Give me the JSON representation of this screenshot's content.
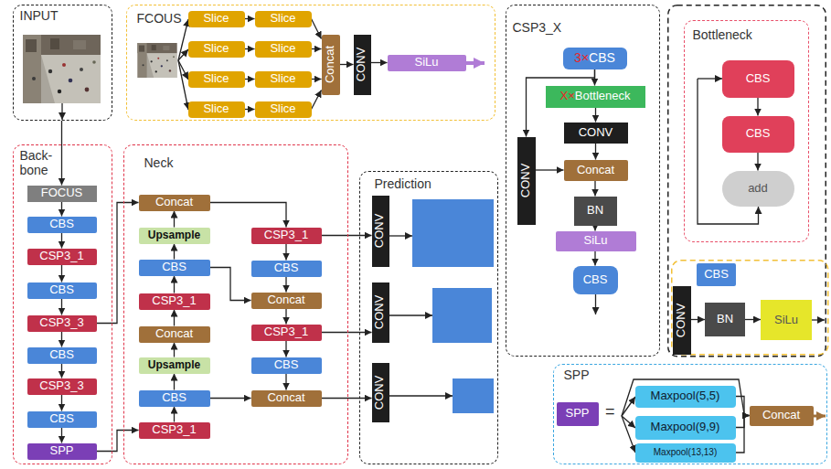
{
  "diagram": {
    "nodes": [
      {
        "text": [
          "INPUT"
        ]
      },
      {
        "text": [
          "FCOUS"
        ]
      },
      {
        "text": [
          "Slice"
        ],
        "in": 1
      },
      {
        "text": [
          "Slice"
        ],
        "in": 1
      },
      {
        "text": [
          "Slice"
        ],
        "in": 1
      },
      {
        "text": [
          "Slice"
        ],
        "in": 1
      },
      {
        "text": [
          "Slice"
        ],
        "in": 1
      },
      {
        "text": [
          "Slice"
        ],
        "in": 1
      },
      {
        "text": [
          "Slice"
        ],
        "in": 1
      },
      {
        "text": [
          "Slice"
        ],
        "in": 1
      },
      {
        "text": [
          "Concat"
        ],
        "in": 1
      },
      {
        "text": [
          "CONV"
        ],
        "in": 1
      },
      {
        "text": [
          "SiLu"
        ],
        "in": 1
      },
      {
        "text": [
          "Back- bone"
        ]
      },
      {
        "text": [
          "FOCUS"
        ],
        "in": 13
      },
      {
        "text": [
          "CBS"
        ],
        "in": 13
      },
      {
        "text": [
          "CSP3_1"
        ],
        "in": 13
      },
      {
        "text": [
          "CBS"
        ],
        "in": 13
      },
      {
        "text": [
          "CSP3_3"
        ],
        "in": 13
      },
      {
        "text": [
          "CBS"
        ],
        "in": 13
      },
      {
        "text": [
          "CSP3_3"
        ],
        "in": 13
      },
      {
        "text": [
          "CBS"
        ],
        "in": 13
      },
      {
        "text": [
          "SPP"
        ],
        "in": 13
      },
      {
        "text": [
          "Neck"
        ]
      },
      {
        "text": [
          "Concat"
        ],
        "in": 23
      },
      {
        "text": [
          "Upsample"
        ],
        "in": 23
      },
      {
        "text": [
          "CBS"
        ],
        "in": 23
      },
      {
        "text": [
          "CSP3_1"
        ],
        "in": 23
      },
      {
        "text": [
          "Concat"
        ],
        "in": 23
      },
      {
        "text": [
          "Upsample"
        ],
        "in": 23
      },
      {
        "text": [
          "CBS"
        ],
        "in": 23
      },
      {
        "text": [
          "CSP3_1"
        ],
        "in": 23
      },
      {
        "text": [
          "CSP3_1"
        ],
        "in": 23
      },
      {
        "text": [
          "CBS"
        ],
        "in": 23
      },
      {
        "text": [
          "Concat"
        ],
        "in": 23
      },
      {
        "text": [
          "CSP3_1"
        ],
        "in": 23
      },
      {
        "text": [
          "CBS"
        ],
        "in": 23
      },
      {
        "text": [
          "Concat"
        ],
        "in": 23
      },
      {
        "text": [
          "Prediction"
        ]
      },
      {
        "text": [
          "CONV"
        ],
        "in": 38
      },
      {
        "text": [
          "CONV"
        ],
        "in": 38
      },
      {
        "text": [
          "CONV"
        ],
        "in": 38
      },
      {
        "text": [
          "CSP3_X"
        ]
      },
      {
        "text": [
          "3×",
          "CBS"
        ],
        "in": 42
      },
      {
        "text": [
          "X×",
          "Bottleneck"
        ],
        "in": 42
      },
      {
        "text": [
          "CONV"
        ],
        "in": 42
      },
      {
        "text": [
          "Concat"
        ],
        "in": 42
      },
      {
        "text": [
          "BN"
        ],
        "in": 42
      },
      {
        "text": [
          "SiLu"
        ],
        "in": 42
      },
      {
        "text": [
          "CBS"
        ],
        "in": 42
      },
      {
        "text": [
          "CONV"
        ],
        "in": 42
      },
      {
        "text": [
          "Bottleneck"
        ]
      },
      {
        "text": [
          "CBS"
        ],
        "in": 51
      },
      {
        "text": [
          "CBS"
        ],
        "in": 51
      },
      {
        "text": [
          "add"
        ],
        "in": 51
      },
      {
        "text": [
          "CBS"
        ]
      },
      {
        "text": [
          "CONV"
        ]
      },
      {
        "text": [
          "BN"
        ]
      },
      {
        "text": [
          "SiLu"
        ]
      },
      {
        "text": [
          "SPP"
        ]
      },
      {
        "text": [
          "SPP"
        ],
        "in": 59
      },
      {
        "text": [
          "Maxpool(5,5)"
        ],
        "in": 59
      },
      {
        "text": [
          "Maxpool(9,9)"
        ],
        "in": 59
      },
      {
        "text": [
          "Maxpool(13,13)"
        ],
        "in": 59
      },
      {
        "text": [
          "Concat"
        ],
        "in": 59
      }
    ],
    "edges": [
      {
        "from": 0,
        "to": 14,
        "arrow": "to"
      },
      {
        "from": 2,
        "to": 3,
        "arrow": "to"
      },
      {
        "from": 4,
        "to": 5,
        "arrow": "to"
      },
      {
        "from": 6,
        "to": 7,
        "arrow": "to"
      },
      {
        "from": 8,
        "to": 9,
        "arrow": "to"
      },
      {
        "from": 3,
        "to": 10,
        "arrow": "to"
      },
      {
        "from": 5,
        "to": 10,
        "arrow": "to"
      },
      {
        "from": 7,
        "to": 10,
        "arrow": "to"
      },
      {
        "from": 9,
        "to": 10,
        "arrow": "to"
      },
      {
        "from": 10,
        "to": 11,
        "arrow": "to"
      },
      {
        "from": 11,
        "to": 12,
        "arrow": "to"
      },
      {
        "from": 14,
        "to": 15,
        "arrow": "to"
      },
      {
        "from": 15,
        "to": 16,
        "arrow": "to"
      },
      {
        "from": 16,
        "to": 17,
        "arrow": "to"
      },
      {
        "from": 17,
        "to": 18,
        "arrow": "to"
      },
      {
        "from": 18,
        "to": 19,
        "arrow": "to"
      },
      {
        "from": 19,
        "to": 20,
        "arrow": "to"
      },
      {
        "from": 20,
        "to": 21,
        "arrow": "to"
      },
      {
        "from": 21,
        "to": 22,
        "arrow": "to"
      },
      {
        "from": 22,
        "to": 31,
        "arrow": "to"
      },
      {
        "from": 18,
        "to": 24,
        "arrow": "to"
      },
      {
        "from": 31,
        "to": 30,
        "arrow": "to"
      },
      {
        "from": 30,
        "to": 29,
        "arrow": "to"
      },
      {
        "from": 29,
        "to": 28,
        "arrow": "to"
      },
      {
        "from": 28,
        "to": 27,
        "arrow": "to"
      },
      {
        "from": 27,
        "to": 26,
        "arrow": "to"
      },
      {
        "from": 26,
        "to": 25,
        "arrow": "to"
      },
      {
        "from": 25,
        "to": 24,
        "arrow": "to"
      },
      {
        "from": 24,
        "to": 32,
        "arrow": "to"
      },
      {
        "from": 32,
        "to": 33,
        "arrow": "to"
      },
      {
        "from": 33,
        "to": 34,
        "arrow": "to"
      },
      {
        "from": 34,
        "to": 35,
        "arrow": "to"
      },
      {
        "from": 35,
        "to": 36,
        "arrow": "to"
      },
      {
        "from": 36,
        "to": 37,
        "arrow": "to"
      },
      {
        "from": 26,
        "to": 34,
        "arrow": "to"
      },
      {
        "from": 30,
        "to": 37,
        "arrow": "to"
      },
      {
        "from": 32,
        "to": 39,
        "arrow": "to"
      },
      {
        "from": 35,
        "to": 40,
        "arrow": "to"
      },
      {
        "from": 37,
        "to": 41,
        "arrow": "to"
      },
      {
        "from": 43,
        "to": 44,
        "arrow": "to"
      },
      {
        "from": 44,
        "to": 45,
        "arrow": "to"
      },
      {
        "from": 45,
        "to": 46,
        "arrow": "to"
      },
      {
        "from": 46,
        "to": 47,
        "arrow": "to"
      },
      {
        "from": 47,
        "to": 48,
        "arrow": "to"
      },
      {
        "from": 48,
        "to": 49,
        "arrow": "to"
      },
      {
        "from": 43,
        "to": 50,
        "arrow": "to"
      },
      {
        "from": 50,
        "to": 46,
        "arrow": "to"
      },
      {
        "from": 52,
        "to": 53,
        "arrow": "to"
      },
      {
        "from": 53,
        "to": 54,
        "arrow": "to"
      },
      {
        "from": 56,
        "to": 57,
        "arrow": "to"
      },
      {
        "from": 57,
        "to": 58,
        "arrow": "to"
      },
      {
        "from": 61,
        "to": 64,
        "arrow": "to"
      },
      {
        "from": 62,
        "to": 64,
        "arrow": "to"
      },
      {
        "from": 63,
        "to": 64,
        "arrow": "to"
      }
    ],
    "labels": [
      "="
    ]
  }
}
